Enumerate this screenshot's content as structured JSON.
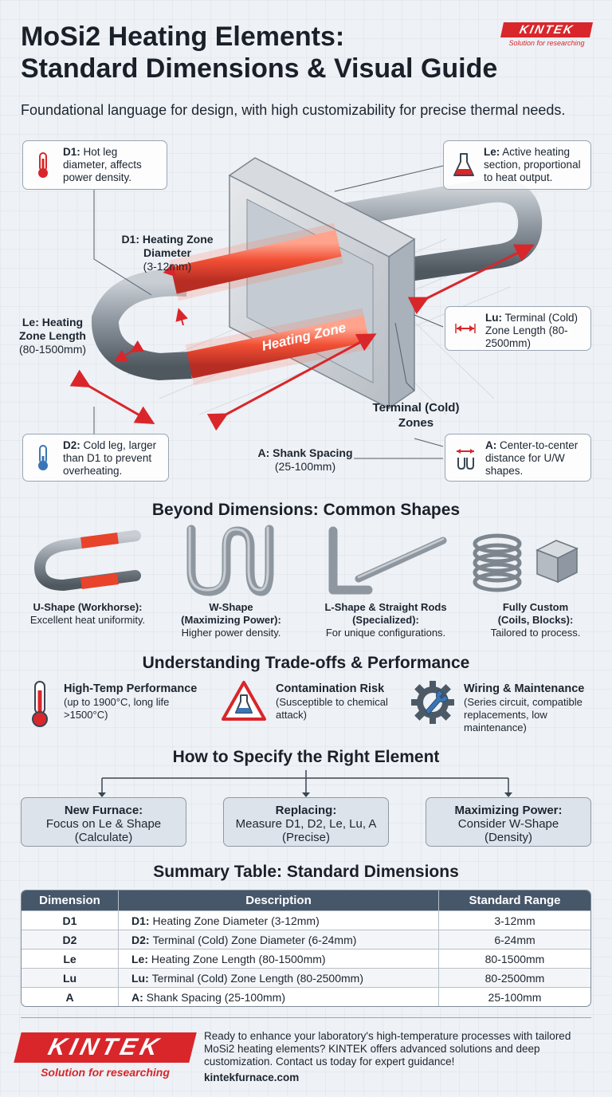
{
  "brand": {
    "name": "KINTEK",
    "tagline": "Solution for researching",
    "colors": {
      "primary": "#d9262b",
      "dark": "#46576a",
      "heat": "#e8432b"
    }
  },
  "header": {
    "title_line1": "MoSi2 Heating Elements:",
    "title_line2": "Standard Dimensions & Visual Guide",
    "subtitle": "Foundational language for design, with high customizability for precise thermal needs."
  },
  "callouts": {
    "d1": {
      "key": "D1:",
      "text": "Hot leg diameter, affects power density.",
      "icon": "thermometer-hot-icon"
    },
    "le": {
      "key": "Le:",
      "text": "Active heating section, proportional to heat output.",
      "icon": "flask-icon"
    },
    "lu": {
      "key": "Lu:",
      "text": "Terminal (Cold) Zone Length (80-2500mm)",
      "icon": "double-arrow-icon"
    },
    "d2": {
      "key": "D2:",
      "text": "Cold leg, larger than D1 to prevent overheating.",
      "icon": "thermometer-cold-icon"
    },
    "a": {
      "key": "A:",
      "text": "Center-to-center distance for U/W shapes.",
      "icon": "spacing-icon"
    }
  },
  "diagram": {
    "d1_label": "D1: Heating Zone Diameter",
    "d1_range": "(3-12mm)",
    "le_label": "Le: Heating Zone Length",
    "le_range": "(80-1500mm)",
    "heating_zone": "Heating Zone",
    "terminal_zones": "Terminal (Cold) Zones",
    "a_label": "A: Shank Spacing",
    "a_range": "(25-100mm)"
  },
  "shapes_section": {
    "title": "Beyond Dimensions: Common Shapes",
    "items": [
      {
        "name": "U-Shape (Workhorse):",
        "desc": "Excellent heat uniformity."
      },
      {
        "name": "W-Shape (Maximizing Power):",
        "desc": "Higher power density."
      },
      {
        "name": "L-Shape & Straight Rods (Specialized):",
        "desc": "For unique configurations."
      },
      {
        "name": "Fully Custom (Coils, Blocks):",
        "desc": "Tailored to process."
      }
    ]
  },
  "tradeoffs_section": {
    "title": "Understanding Trade-offs & Performance",
    "items": [
      {
        "title": "High-Temp Performance",
        "desc": "(up to 1900°C, long life >1500°C)",
        "icon": "thermometer-icon"
      },
      {
        "title": "Contamination Risk",
        "desc": "(Susceptible to chemical attack)",
        "icon": "warning-flask-icon"
      },
      {
        "title": "Wiring & Maintenance",
        "desc": "(Series circuit, compatible replacements, low maintenance)",
        "icon": "gear-wrench-icon"
      }
    ]
  },
  "specify_section": {
    "title": "How to Specify the Right Element",
    "items": [
      {
        "title": "New Furnace:",
        "line1": "Focus on Le & Shape",
        "line2": "(Calculate)"
      },
      {
        "title": "Replacing:",
        "line1": "Measure D1, D2, Le, Lu, A",
        "line2": "(Precise)"
      },
      {
        "title": "Maximizing Power:",
        "line1": "Consider W-Shape",
        "line2": "(Density)"
      }
    ]
  },
  "table_section": {
    "title": "Summary Table: Standard Dimensions",
    "headers": [
      "Dimension",
      "Description",
      "Standard Range"
    ],
    "rows": [
      {
        "dim": "D1",
        "key": "D1:",
        "desc": "Heating Zone Diameter (3-12mm)",
        "range": "3-12mm"
      },
      {
        "dim": "D2",
        "key": "D2:",
        "desc": "Terminal (Cold) Zone Diameter (6-24mm)",
        "range": "6-24mm"
      },
      {
        "dim": "Le",
        "key": "Le:",
        "desc": "Heating Zone Length (80-1500mm)",
        "range": "80-1500mm"
      },
      {
        "dim": "Lu",
        "key": "Lu:",
        "desc": "Terminal (Cold) Zone Length (80-2500mm)",
        "range": "80-2500mm"
      },
      {
        "dim": "A",
        "key": "A:",
        "desc": "Shank Spacing (25-100mm)",
        "range": "25-100mm"
      }
    ]
  },
  "footer": {
    "cta": "Ready to enhance your laboratory's high-temperature processes with tailored MoSi2 heating elements? KINTEK offers advanced solutions and deep customization. Contact us today for expert guidance!",
    "website": "kintekfurnace.com"
  }
}
